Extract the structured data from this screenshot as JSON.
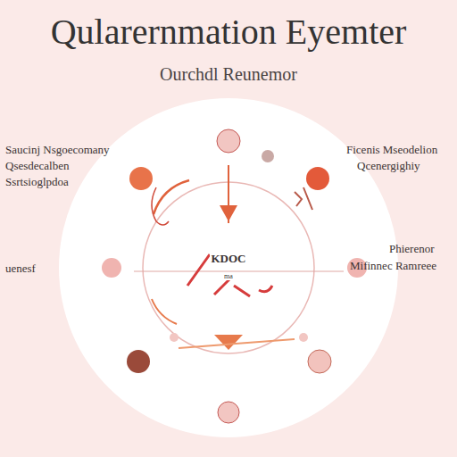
{
  "diagram": {
    "title": "Qularernmation Eyemter",
    "nodes": [
      {
        "text": [
          "KDOC",
          "ma"
        ]
      }
    ],
    "labels": [
      "Ourchdl Reunemor",
      "Saucinj Nsgoecomany",
      "Qsesdecalben",
      "Ssrtsioglpdoa",
      "uenesf",
      "Ficenis Mseodelion",
      "Qcenergighiy",
      "Phierenor",
      "Mifinnec Ramreee"
    ]
  }
}
